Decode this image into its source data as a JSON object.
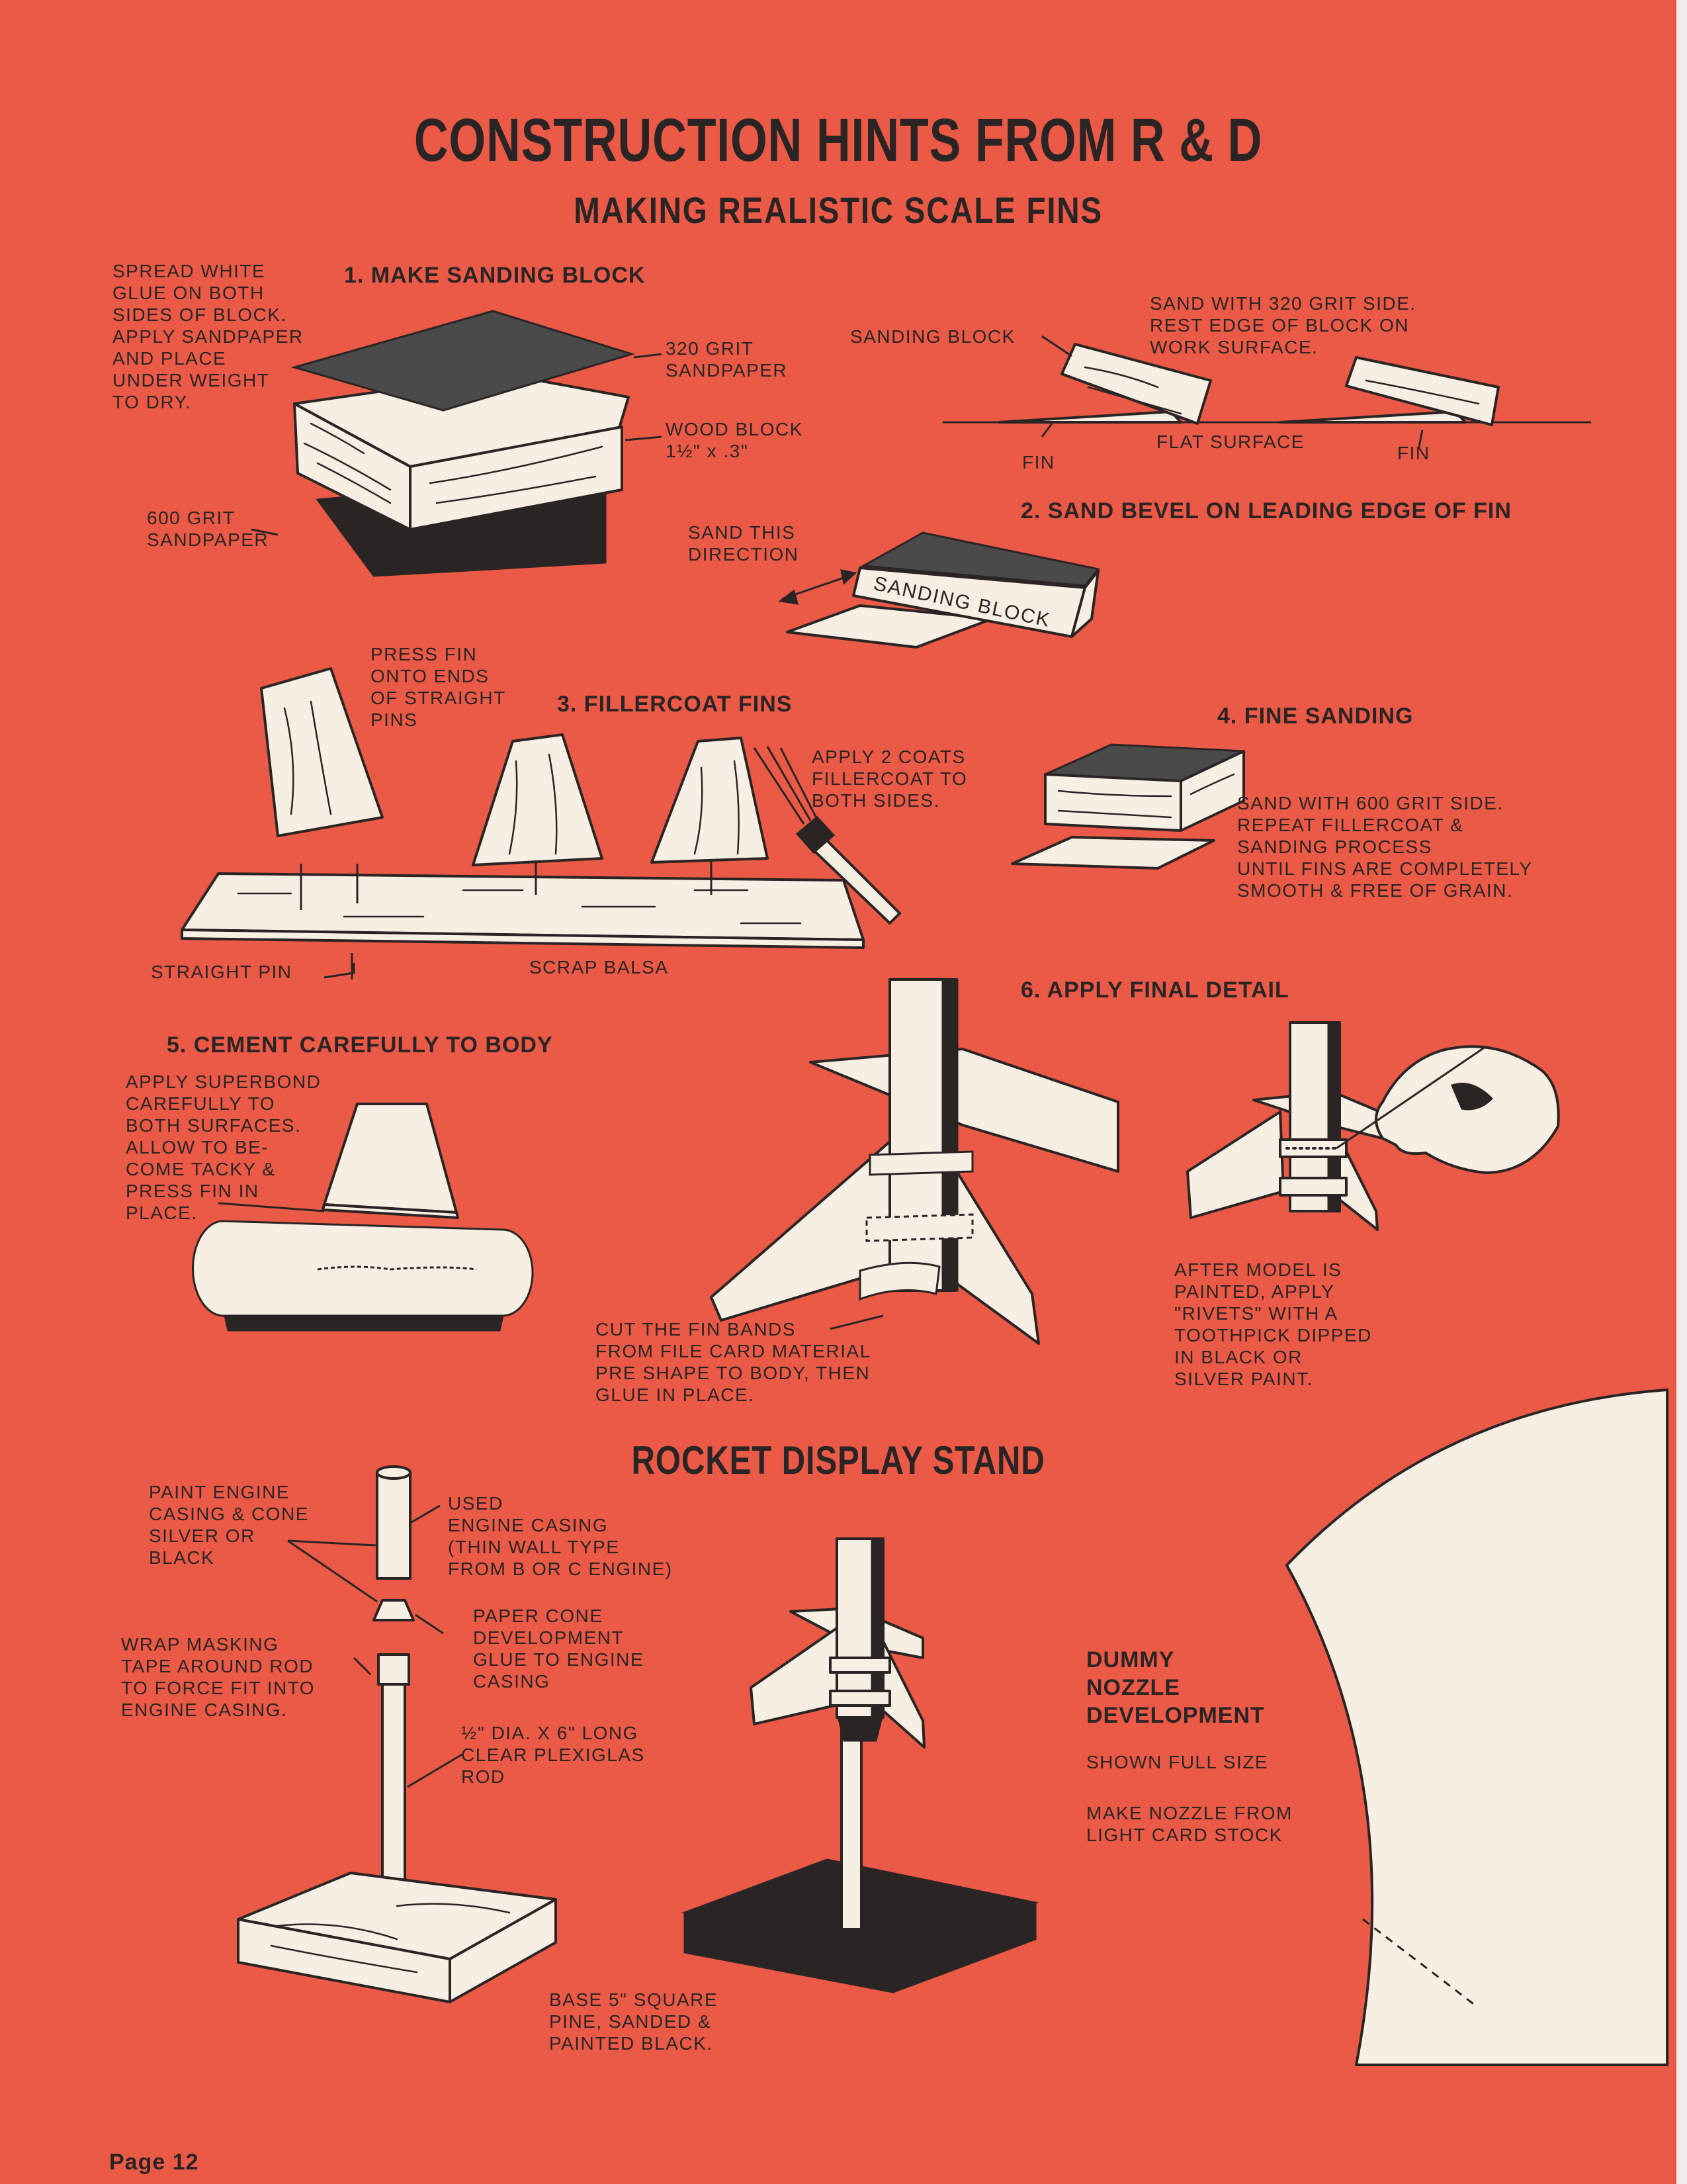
{
  "title": "CONSTRUCTION HINTS FROM R & D",
  "subtitle": "MAKING REALISTIC SCALE FINS",
  "step1": {
    "heading": "1. MAKE SANDING BLOCK",
    "glue_note": "SPREAD WHITE\nGLUE ON BOTH\nSIDES OF BLOCK.\nAPPLY SANDPAPER\nAND PLACE\nUNDER WEIGHT\nTO DRY.",
    "grit320": "320 GRIT\nSANDPAPER",
    "wood_block": "WOOD BLOCK\n1½\" x .3\"",
    "grit600": "600 GRIT\nSANDPAPER"
  },
  "bevel_diagram": {
    "sanding_block": "SANDING BLOCK",
    "instruction": "SAND WITH 320 GRIT SIDE.\nREST EDGE OF BLOCK ON\nWORK SURFACE.",
    "fin_left": "FIN",
    "flat_surface": "FLAT SURFACE",
    "fin_right": "FIN"
  },
  "step2": {
    "heading": "2. SAND BEVEL ON LEADING EDGE OF FIN",
    "direction": "SAND THIS\nDIRECTION",
    "block_label": "SANDING BLOCK"
  },
  "step3": {
    "heading": "3. FILLERCOAT FINS",
    "press_note": "PRESS FIN\nONTO ENDS\nOF STRAIGHT\nPINS",
    "apply_note": "APPLY 2 COATS\nFILLERCOAT TO\nBOTH SIDES.",
    "straight_pin": "STRAIGHT PIN",
    "scrap_balsa": "SCRAP BALSA"
  },
  "step4": {
    "heading": "4. FINE SANDING",
    "note": "SAND WITH 600 GRIT SIDE.\nREPEAT FILLERCOAT &\nSANDING PROCESS\nUNTIL FINS ARE COMPLETELY\nSMOOTH & FREE OF GRAIN."
  },
  "step5": {
    "heading": "5. CEMENT CAREFULLY TO BODY",
    "note": "APPLY SUPERBOND\nCAREFULLY TO\nBOTH SURFACES.\nALLOW TO BE-\nCOME TACKY &\nPRESS FIN IN\nPLACE."
  },
  "fin_bands": {
    "note": "CUT THE FIN BANDS\nFROM FILE CARD MATERIAL\nPRE SHAPE TO BODY, THEN\nGLUE IN PLACE."
  },
  "step6": {
    "heading": "6. APPLY FINAL DETAIL",
    "note": "AFTER MODEL IS\nPAINTED, APPLY\n\"RIVETS\" WITH A\nTOOTHPICK DIPPED\nIN BLACK OR\nSILVER PAINT."
  },
  "display_stand": {
    "heading": "ROCKET DISPLAY STAND",
    "paint_note": "PAINT ENGINE\nCASING & CONE\nSILVER OR\nBLACK",
    "used_casing": "USED\nENGINE CASING\n(THIN WALL TYPE\nFROM B OR C ENGINE)",
    "paper_cone": "PAPER CONE\nDEVELOPMENT\nGLUE TO ENGINE\nCASING",
    "wrap_note": "WRAP MASKING\nTAPE AROUND ROD\nTO FORCE FIT INTO\nENGINE CASING.",
    "rod": "½\" DIA. X 6\" LONG\nCLEAR PLEXIGLAS\nROD",
    "base": "BASE 5\" SQUARE\nPINE, SANDED &\nPAINTED BLACK."
  },
  "nozzle": {
    "heading": "DUMMY\nNOZZLE\nDEVELOPMENT",
    "shown": "SHOWN FULL SIZE",
    "make": "MAKE NOZZLE FROM\nLIGHT CARD STOCK"
  },
  "page_number": "Page 12",
  "colors": {
    "page": "#ea5a47",
    "ink": "#2b2424",
    "paper": "#f7efe3",
    "margin": "#efeeea"
  }
}
